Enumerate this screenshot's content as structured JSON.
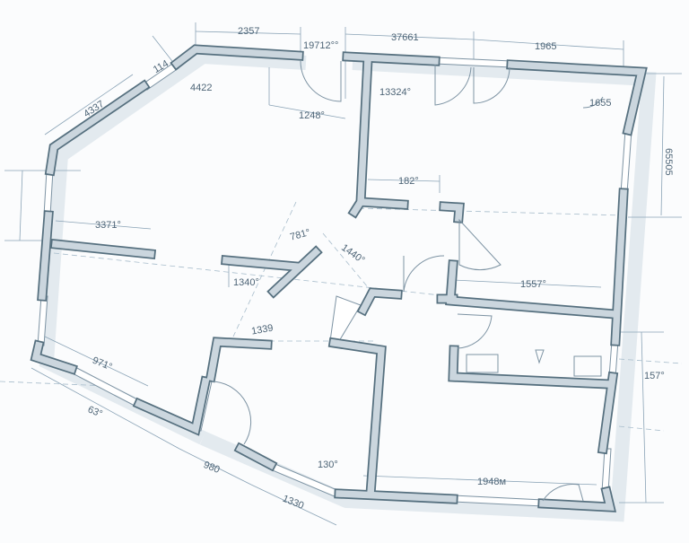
{
  "drawing": {
    "title": "Floor plan",
    "colors": {
      "wall_fill": "#cbd6de",
      "wall_outline": "#56707f",
      "dimension_line": "#8aa3b6"
    }
  },
  "labels": [
    "2357",
    "19712°°",
    "37661",
    "1965",
    "114",
    "4422",
    "4337",
    "1248°",
    "13324°",
    "1655",
    "65505",
    "182°",
    "3371°",
    "781°",
    "1440°",
    "1340°",
    "1557°",
    "1339",
    "971°",
    "63°",
    "157°",
    "980",
    "130°",
    "1948м",
    "1330"
  ]
}
